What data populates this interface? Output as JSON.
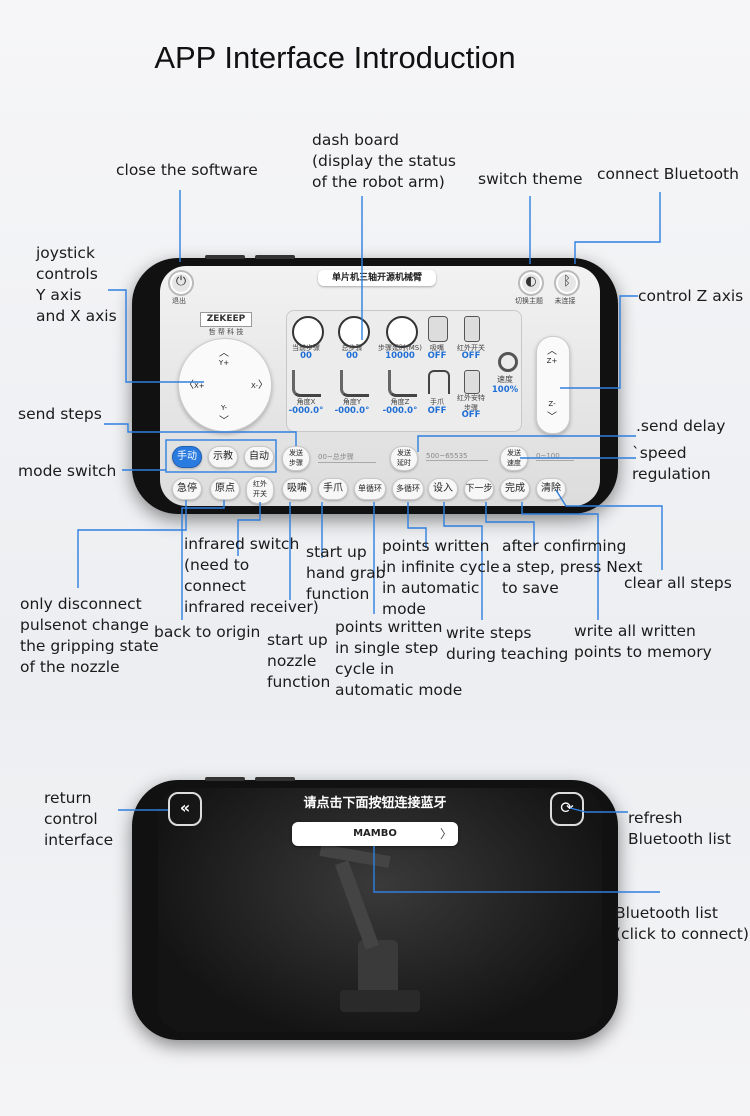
{
  "page_title": "APP Interface Introduction",
  "callouts": {
    "dash_board": "dash board\n(display the status\nof the robot arm)",
    "close_software": "close the software",
    "switch_theme": "switch theme",
    "connect_bluetooth": "connect Bluetooth",
    "joystick": "joystick\ncontrols\nY axis\nand X axis",
    "control_z": "control Z axis",
    "send_steps": "send steps",
    "send_delay": ".send delay",
    "mode_switch": "mode switch",
    "speed_regulation": "`speed\nregulation",
    "infrared_switch": "infrared switch\n(need to\nconnect\ninfrared receiver)",
    "hand_grab": "start up\nhand grab\nfunction",
    "infinite_cycle": "points written\nin infinite cycle\nin automatic\nmode",
    "after_confirming": "after confirming\na step, press Next\nto save",
    "clear_all": "clear all steps",
    "only_disconnect": "only disconnect\npulsenot change\nthe gripping state\nof the nozzle",
    "back_origin": "back to origin",
    "nozzle": "start up\nnozzle\nfunction",
    "single_step": "points written\nin single step\ncycle in\nautomatic mode",
    "write_steps": "write steps\nduring teaching",
    "write_all": "write all written\npoints to memory",
    "return_control": "return\ncontrol\ninterface",
    "refresh_list": "refresh\nBluetooth list",
    "bt_list": "Bluetooth list\n(click to connect)"
  },
  "app1": {
    "header": "单片机三轴开源机械臂",
    "brand": "ZEKEEP",
    "brand_sub": "哲 帮 科 技",
    "exit_label": "退出",
    "theme_label": "切换主题",
    "bt_label": "未连接",
    "dash": [
      {
        "label": "当前步骤",
        "value": "00"
      },
      {
        "label": "总步骤",
        "value": "00"
      },
      {
        "label": "步骤延时(MS)",
        "value": "10000"
      },
      {
        "label": "吸嘴",
        "value": "OFF"
      },
      {
        "label": "红外开关",
        "value": "OFF"
      }
    ],
    "dash2": [
      {
        "label": "角度X",
        "value": "-000.0°"
      },
      {
        "label": "角度Y",
        "value": "-000.0°"
      },
      {
        "label": "角度Z",
        "value": "-000.0°"
      },
      {
        "label": "手爪",
        "value": "OFF"
      },
      {
        "label": "红外安特\n步骤",
        "value": "OFF"
      }
    ],
    "speed_label": "速度",
    "speed_value": "100%",
    "joy": {
      "up": "Y+",
      "down": "Y-",
      "left": "X+",
      "right": "X-"
    },
    "z": {
      "up": "Z+",
      "down": "Z-"
    },
    "modes": [
      "手动",
      "示教",
      "自动"
    ],
    "send_steps_btn": "发送\n步骤",
    "steps_placeholder": "00~总步骤",
    "send_delay_btn": "发送\n延时",
    "delay_placeholder": "500~65535",
    "send_speed_btn": "发送\n速度",
    "speed_placeholder": "0~100",
    "bottom_buttons": [
      "急停",
      "原点",
      "红外\n开关",
      "吸嘴",
      "手爪",
      "单循环",
      "多循环",
      "设入",
      "下一步",
      "完成",
      "清除"
    ]
  },
  "app2": {
    "header": "请点击下面按钮连接蓝牙",
    "device": "MAMBO"
  }
}
